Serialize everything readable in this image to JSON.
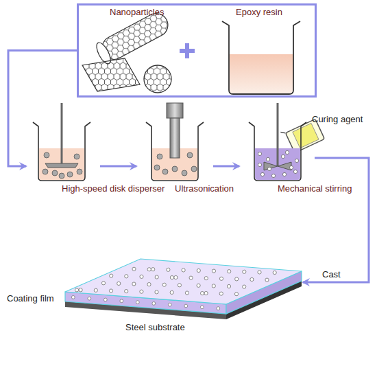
{
  "diagram": {
    "nodes": [
      {
        "text": [
          "Nanoparticles",
          "Epoxy resin"
        ]
      },
      {
        "text": [
          "High-speed disk disperser"
        ]
      },
      {
        "text": [
          "Ultrasonication"
        ]
      },
      {
        "text": [
          "Mechanical stirring"
        ]
      },
      {
        "text": [
          "Coating film",
          "Steel substrate"
        ]
      }
    ],
    "edges": [
      {
        "from": 0,
        "to": 1,
        "arrow": "to"
      },
      {
        "from": 1,
        "to": 2,
        "arrow": "to"
      },
      {
        "from": 2,
        "to": 3,
        "arrow": "to"
      },
      {
        "from": 3,
        "to": 4,
        "arrow": "to"
      }
    ],
    "labels": [
      "Curing agent",
      "Cast"
    ]
  }
}
